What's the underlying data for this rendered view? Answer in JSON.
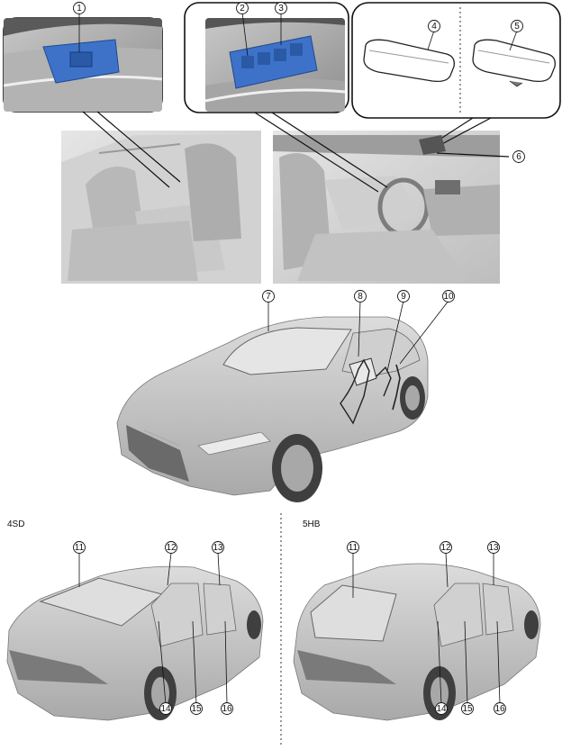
{
  "callouts": [
    "1",
    "2",
    "3",
    "4",
    "5",
    "6",
    "7",
    "8",
    "9",
    "10",
    "11",
    "12",
    "13",
    "14",
    "15",
    "16",
    "11",
    "12",
    "13",
    "14",
    "15",
    "16"
  ],
  "variants": {
    "left": "4SD",
    "right": "5HB"
  },
  "colors": {
    "highlight": "#3d72c8",
    "body": "#c4c4c4",
    "glass": "#d8d8d8",
    "line": "#222222"
  }
}
